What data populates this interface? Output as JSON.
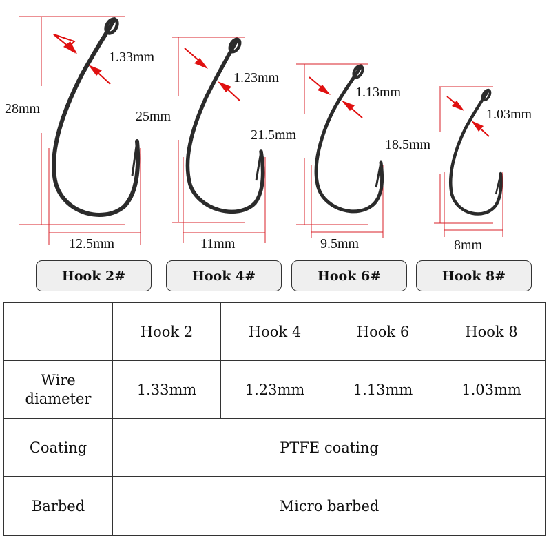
{
  "hooks": [
    {
      "size_label": "Hook 2#",
      "height": "28mm",
      "width": "12.5mm",
      "wire": "1.33mm"
    },
    {
      "size_label": "Hook 4#",
      "height": "25mm",
      "width": "11mm",
      "wire": "1.23mm"
    },
    {
      "size_label": "Hook 6#",
      "height": "21.5mm",
      "width": "9.5mm",
      "wire": "1.13mm"
    },
    {
      "size_label": "Hook 8#",
      "height": "18.5mm",
      "width": "8mm",
      "wire": "1.03mm"
    }
  ],
  "colors": {
    "dimension_line": "#d9202a",
    "arrow": "#e01010",
    "hook": "#2b2b2b",
    "button_bg": "#efefef"
  },
  "table": {
    "header": [
      "",
      "Hook 2",
      "Hook 4",
      "Hook 6",
      "Hook 8"
    ],
    "rows": [
      {
        "label_line1": "Wire",
        "label_line2": "diameter",
        "values": [
          "1.33mm",
          "1.23mm",
          "1.13mm",
          "1.03mm"
        ]
      },
      {
        "label": "Coating",
        "value": "PTFE coating"
      },
      {
        "label": "Barbed",
        "value": "Micro barbed"
      }
    ]
  }
}
